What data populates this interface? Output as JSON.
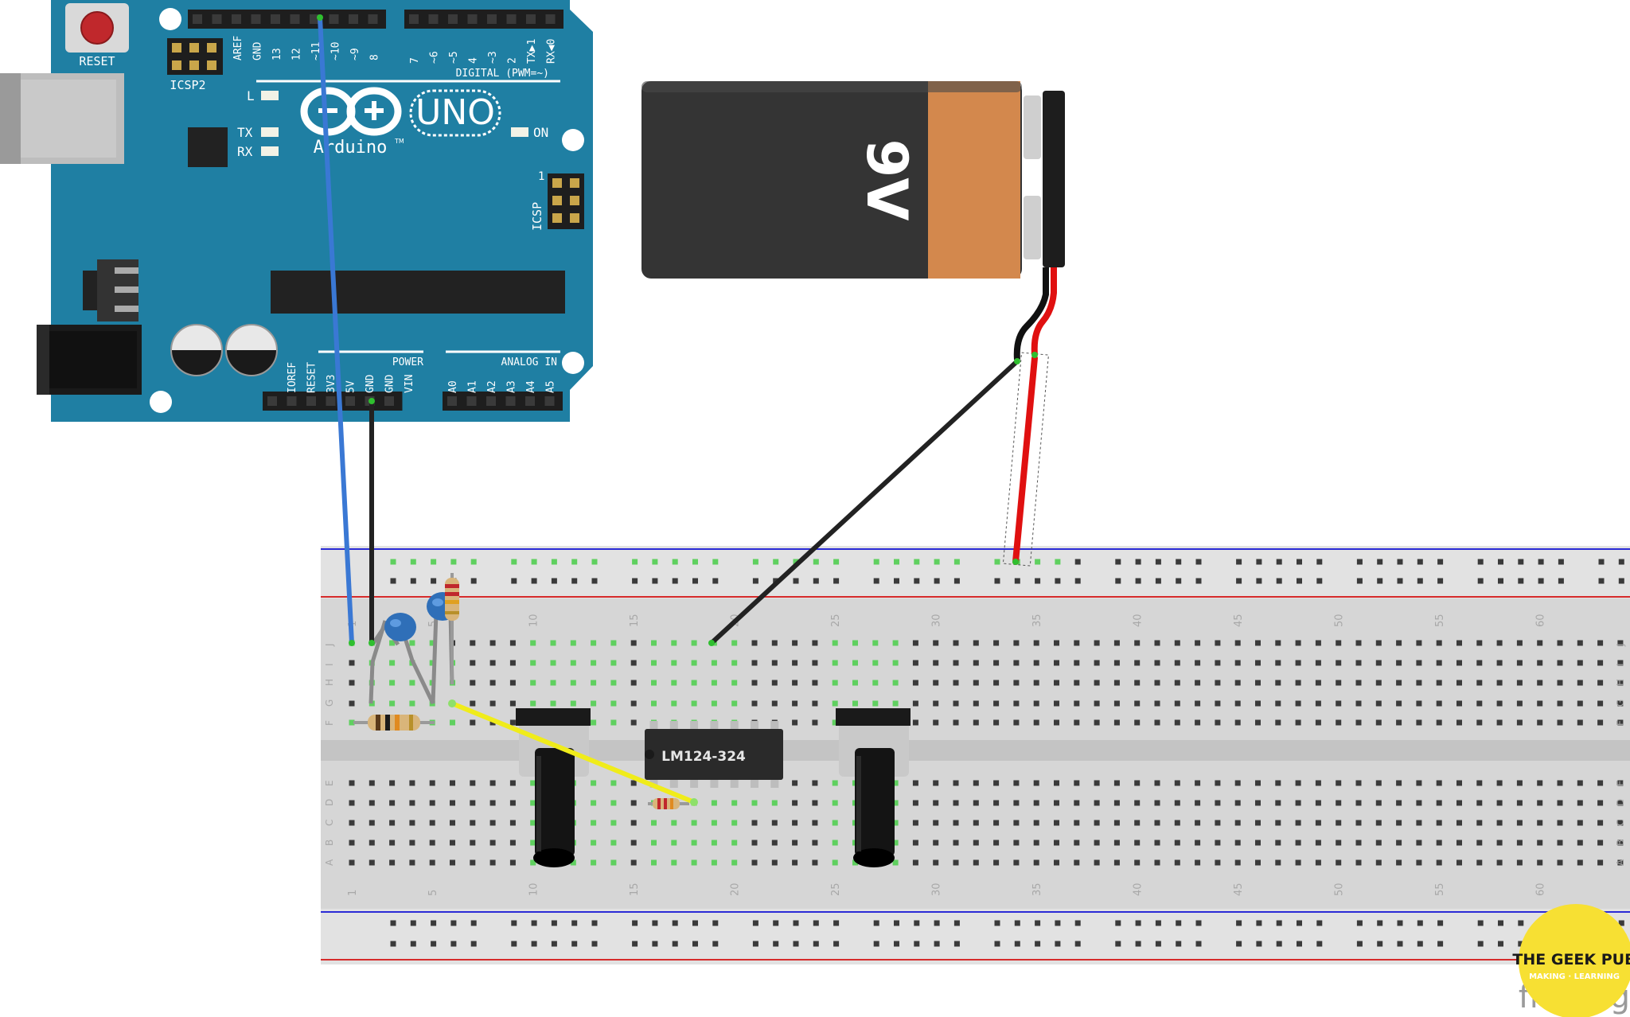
{
  "arduino": {
    "reset_label": "RESET",
    "icsp2_label": "ICSP2",
    "icsp_label": "ICSP",
    "icsp_pin1": "1",
    "brand": "Arduino",
    "tm": "TM",
    "model": "UNO",
    "led_l": "L",
    "led_tx": "TX",
    "led_rx": "RX",
    "led_on": "ON",
    "digital_label": "DIGITAL (PWM=~)",
    "digital_pins": [
      "AREF",
      "GND",
      "13",
      "12",
      "~11",
      "~10",
      "~9",
      "8",
      "7",
      "~6",
      "~5",
      "4",
      "~3",
      "2",
      "TX▶1",
      "RX◀0"
    ],
    "power_label": "POWER",
    "power_pins": [
      "IOREF",
      "RESET",
      "3V3",
      "5V",
      "GND",
      "GND",
      "VIN"
    ],
    "analog_label": "ANALOG IN",
    "analog_pins": [
      "A0",
      "A1",
      "A2",
      "A3",
      "A4",
      "A5"
    ]
  },
  "battery": {
    "label": "9V"
  },
  "breadboard": {
    "column_numbers": [
      "1",
      "5",
      "10",
      "15",
      "20",
      "25",
      "30",
      "35",
      "40",
      "45",
      "50",
      "55",
      "60"
    ],
    "row_letters_top": [
      "J",
      "I",
      "H",
      "G",
      "F"
    ],
    "row_letters_bottom": [
      "E",
      "D",
      "C",
      "B",
      "A"
    ]
  },
  "chip": {
    "label": "LM124-324"
  },
  "watermark": {
    "line1": "THE GEEK PUB",
    "line2": "MAKING · LEARNING",
    "fritzing": "fritzing"
  },
  "colors": {
    "board_teal": "#1f7fa3",
    "wire_blue": "#3a78d4",
    "wire_black": "#222222",
    "wire_red": "#e01010",
    "wire_yellow": "#f0ec1a",
    "battery_black": "#343434",
    "battery_copper": "#d3884d",
    "geekpub_yellow": "#f7e033"
  }
}
